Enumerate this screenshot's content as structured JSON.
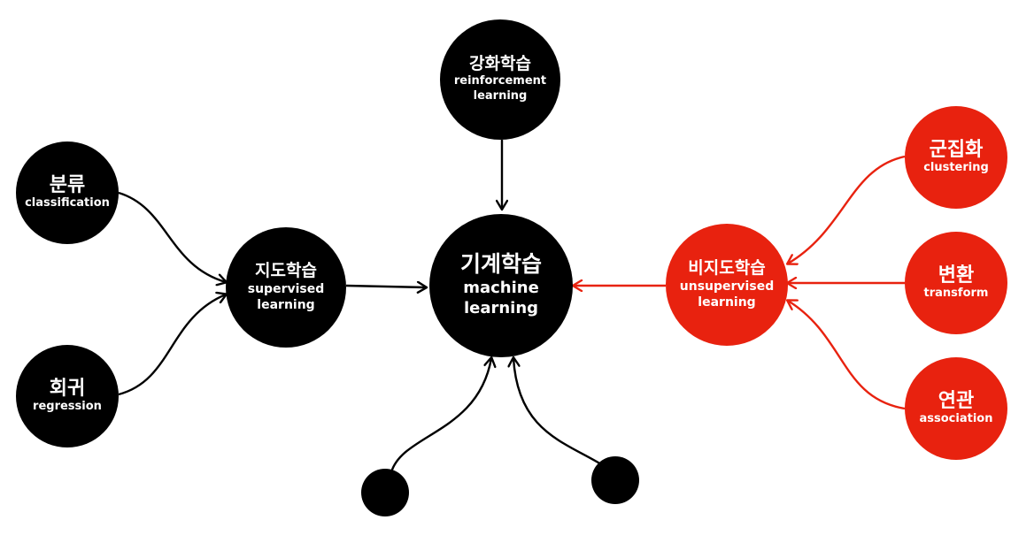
{
  "colors": {
    "black": "#000000",
    "red": "#e8220f",
    "background": "#ffffff"
  },
  "nodes": {
    "machine_learning": {
      "ko": "기계학습",
      "en_1": "machine",
      "en_2": "learning"
    },
    "reinforcement": {
      "ko": "강화학습",
      "en_1": "reinforcement",
      "en_2": "learning"
    },
    "supervised": {
      "ko": "지도학습",
      "en_1": "supervised",
      "en_2": "learning"
    },
    "classification": {
      "ko": "분류",
      "en_1": "classification"
    },
    "regression": {
      "ko": "회귀",
      "en_1": "regression"
    },
    "unsupervised": {
      "ko": "비지도학습",
      "en_1": "unsupervised",
      "en_2": "learning"
    },
    "clustering": {
      "ko": "군집화",
      "en_1": "clustering"
    },
    "transform": {
      "ko": "변환",
      "en_1": "transform"
    },
    "association": {
      "ko": "연관",
      "en_1": "association"
    }
  }
}
